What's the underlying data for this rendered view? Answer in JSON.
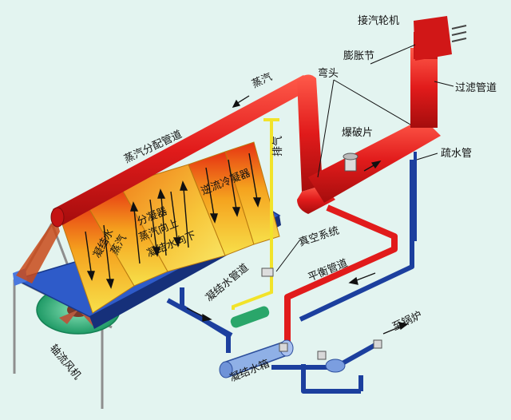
{
  "labels": {
    "turbine": "接汽轮机",
    "expansion_joint": "膨胀节",
    "filter_pipe": "过滤管道",
    "elbow": "弯头",
    "steam": "蒸汽",
    "steam_distribution_pipe": "蒸汽分配管道",
    "exhaust": "排气",
    "rupture_disc": "爆破片",
    "drain_pipe": "疏水管",
    "counterflow_condenser": "逆流冷凝器",
    "splitter": "分凝器",
    "steam_up": "蒸汽向上",
    "condensate_down": "凝结水向下",
    "condensate_left": "凝结水",
    "steam_left": "蒸汽",
    "vacuum_system": "真空系统",
    "condensate_pipe": "凝结水管道",
    "balance_pipe": "平衡管道",
    "axial_fan": "轴流风机",
    "condensate_tank": "凝结水箱",
    "to_boiler": "至锅炉"
  },
  "colors": {
    "background": "#e3f4f0",
    "steam_red": "#e11b1b",
    "condensate_blue": "#1c3f9e",
    "vacuum_yellow": "#f2e32a",
    "condenser_orange": "#f28c1e",
    "fan_green": "#2bb07a"
  }
}
